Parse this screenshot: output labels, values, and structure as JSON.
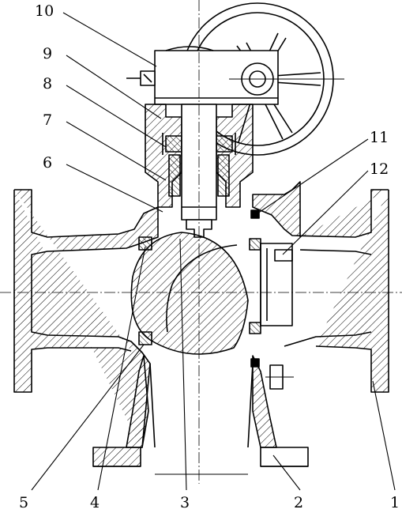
{
  "labels": {
    "n1": "1",
    "n2": "2",
    "n3": "3",
    "n4": "4",
    "n5": "5",
    "n6": "6",
    "n7": "7",
    "n8": "8",
    "n9": "9",
    "n10": "10",
    "n11": "11",
    "n12": "12"
  },
  "colors": {
    "ink": "#000000",
    "paper": "#ffffff"
  }
}
